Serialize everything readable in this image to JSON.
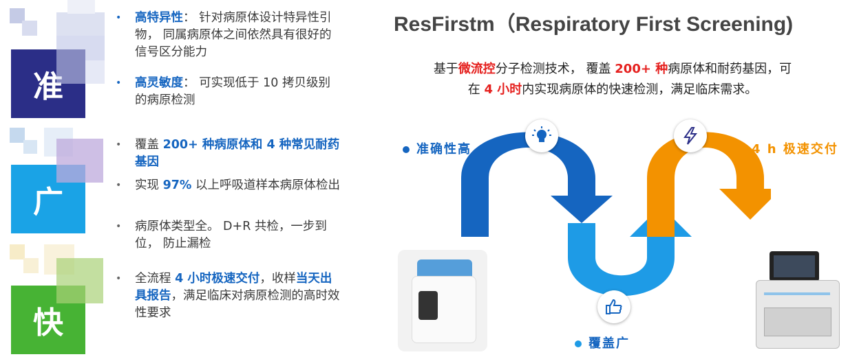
{
  "left": {
    "tiles": [
      {
        "char": "准",
        "color": "#2b2e87"
      },
      {
        "char": "广",
        "color": "#1aa3e6"
      },
      {
        "char": "快",
        "color": "#47b334"
      }
    ],
    "accurate": [
      {
        "hl": "高特异性",
        "rest": "：  针对病原体设计特异性引物，  同属病原体之间依然具有很好的信号区分能力"
      },
      {
        "hl": "高灵敏度",
        "rest": "：  可实现低于 10 拷贝级别的病原检测"
      }
    ],
    "broad": [
      {
        "pre": " 覆盖 ",
        "hl": "200+ 种病原体和 4 种常见耐药基因"
      },
      {
        "pre": " 实现 ",
        "hl": "97%",
        "rest": " 以上呼吸道样本病原体检出"
      },
      {
        "text": "病原体类型全。  D+R 共检，一步到位，  防止漏检"
      }
    ],
    "fast": {
      "pre": " 全流程 ",
      "hl1": "4 小时极速交付",
      "mid": "，收样",
      "hl2": "当天出具报告",
      "rest": "，满足临床对病原检测的高时效性要求"
    }
  },
  "right": {
    "title": "ResFirstm（Respiratory First Screening)",
    "sub1": {
      "pre": "基于",
      "hl": "微流控",
      "mid": "分子检测技术，   覆盖 ",
      "hl2": "200+ 种",
      "rest": "病原体和耐药基因，可"
    },
    "sub2": {
      "pre": "在 ",
      "hl": "4 小时",
      "rest": "内实现病原体的快速检测，满足临床需求。"
    },
    "labels": {
      "accuracy": "准确性高",
      "speed": "4 h 极速交付",
      "coverage": "覆盖广"
    },
    "colors": {
      "dark_blue": "#1565c0",
      "light_blue": "#1e9be6",
      "orange": "#f39200",
      "red": "#e5201e"
    },
    "icons": [
      "lightbulb-icon",
      "lightning-icon",
      "thumbs-up-icon"
    ]
  }
}
